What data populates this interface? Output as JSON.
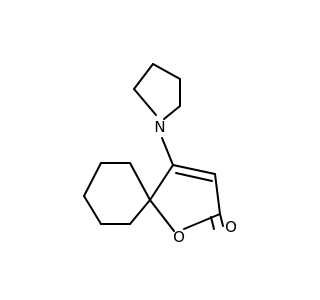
{
  "molecule": {
    "atoms": [
      {
        "id": "N1",
        "label": "N"
      },
      {
        "id": "O1",
        "label": "O"
      },
      {
        "id": "O2",
        "label": "O"
      }
    ],
    "bond_color": "#000000",
    "label_color": "#000000",
    "background": "#ffffff"
  }
}
